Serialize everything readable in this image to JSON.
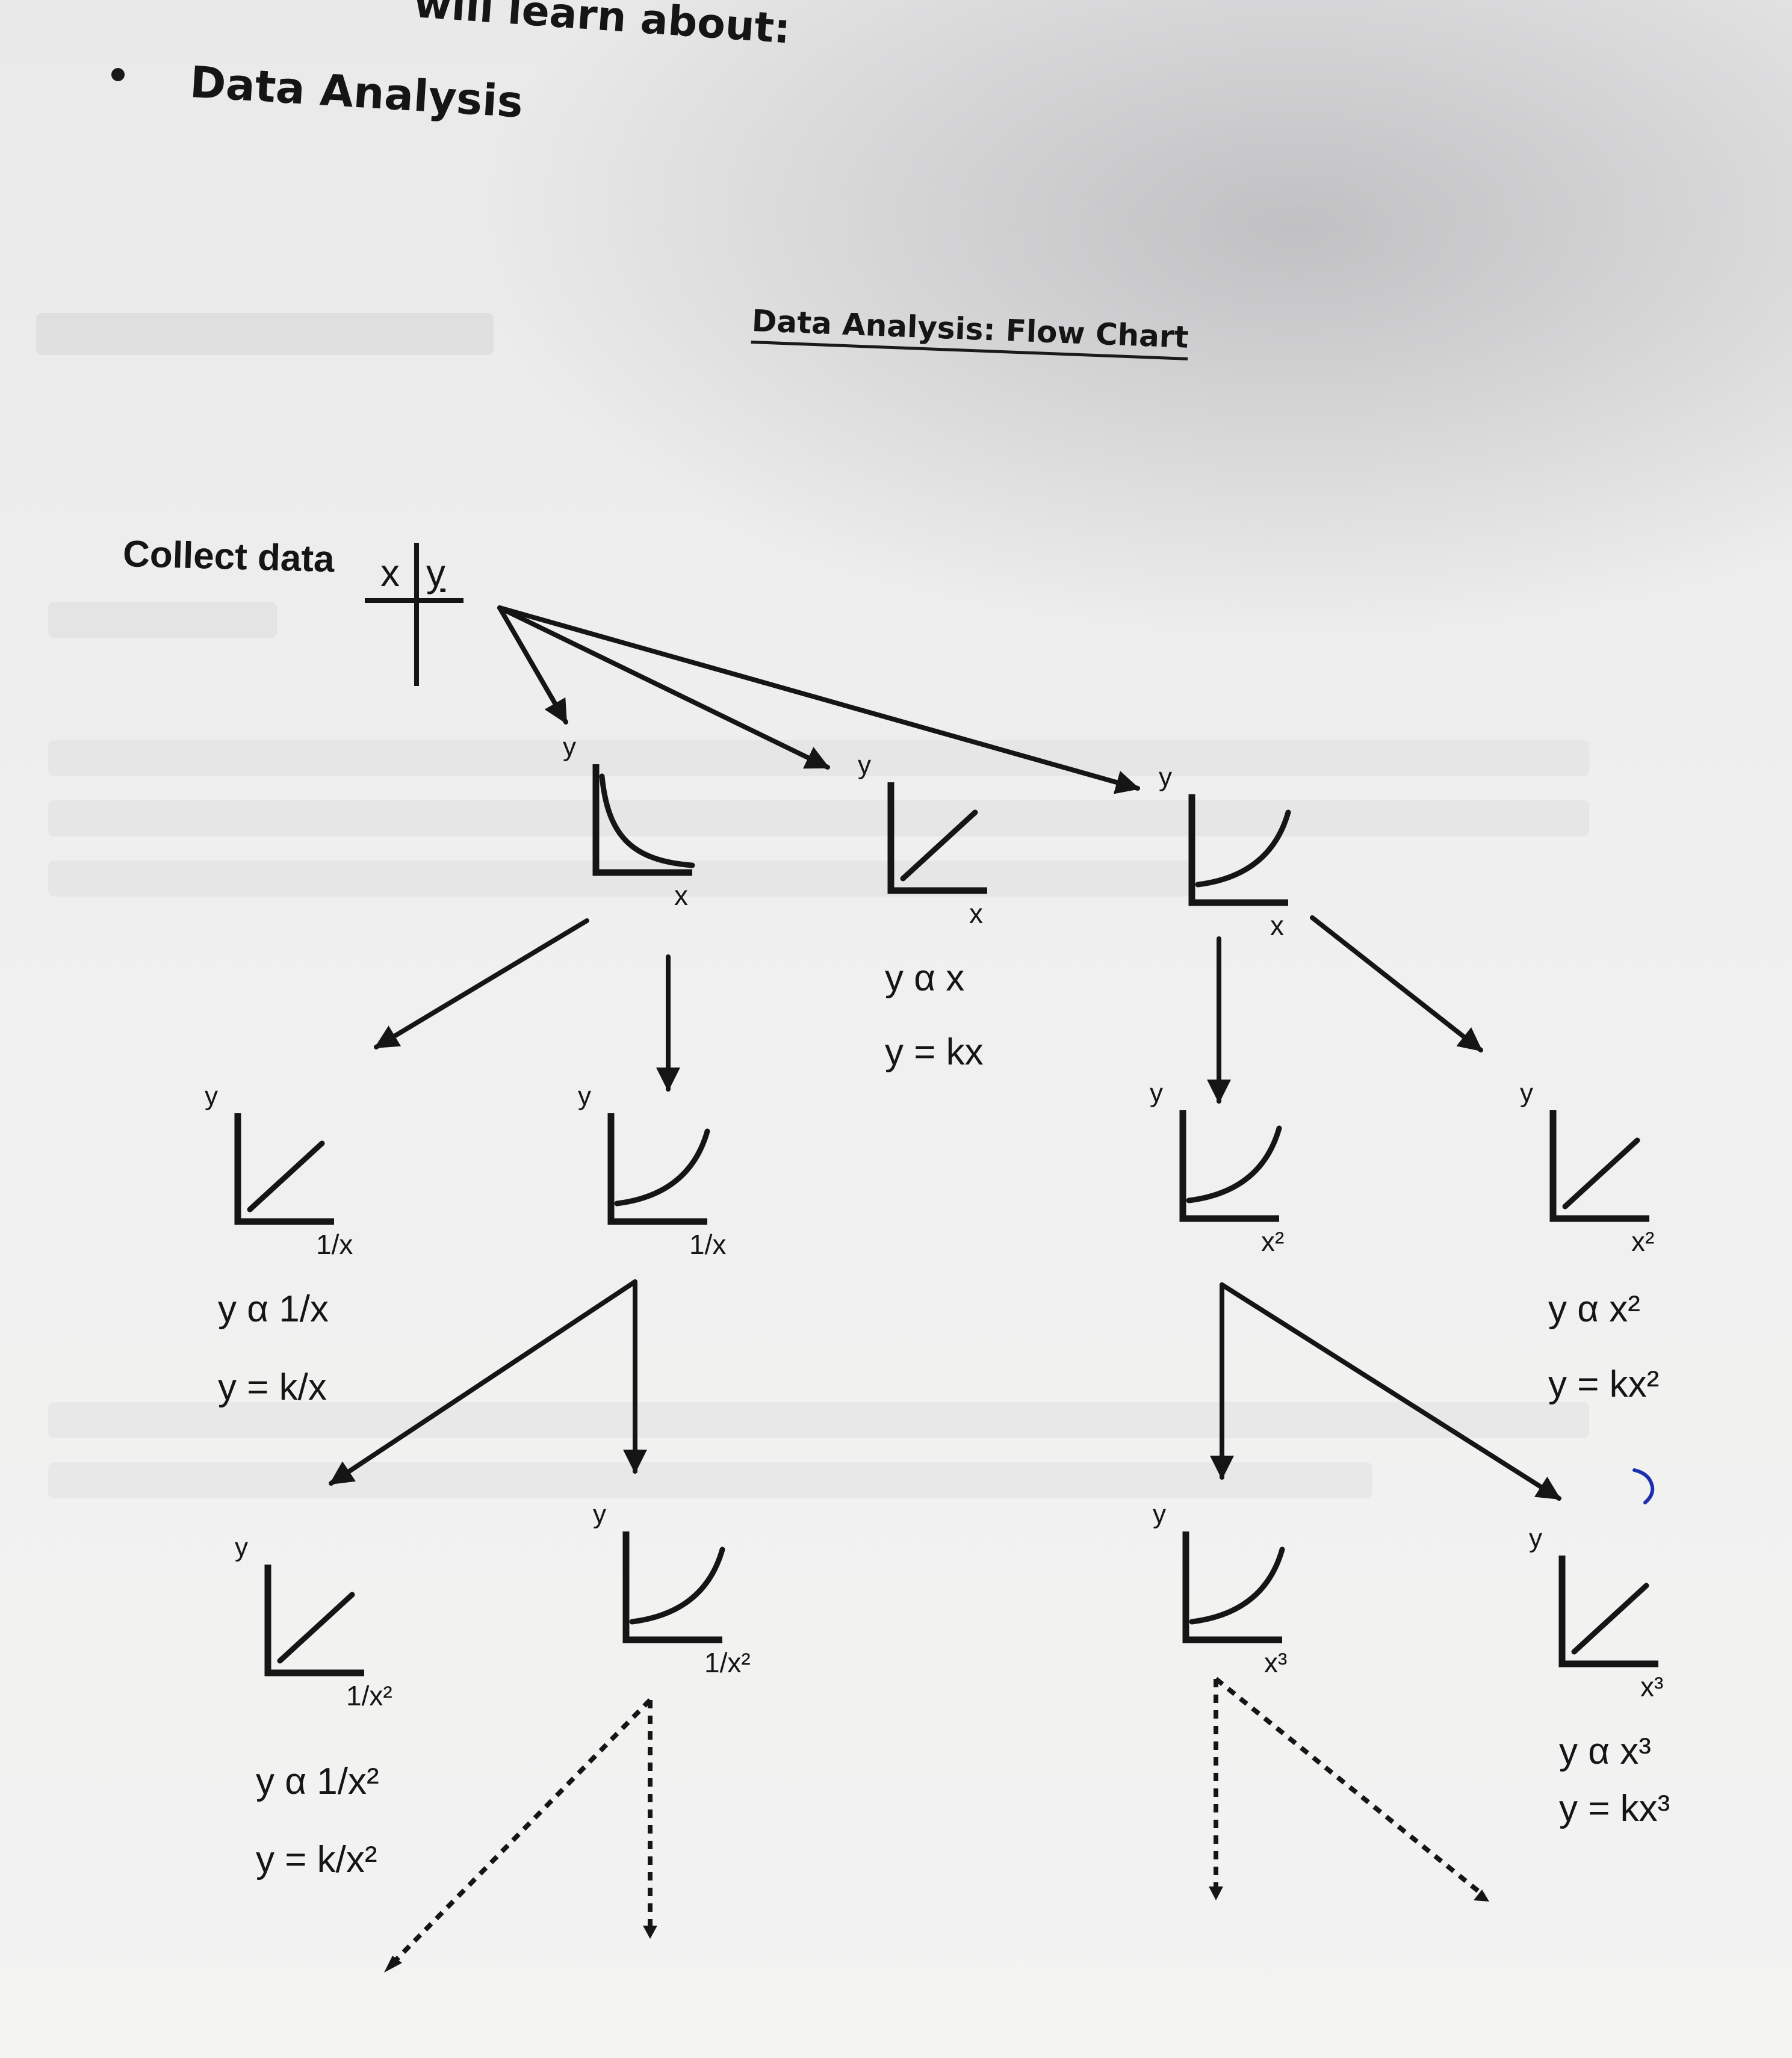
{
  "header": {
    "fragment": "will learn about:",
    "bullet_item": "Data Analysis"
  },
  "title": "Data Analysis: Flow Chart",
  "start": {
    "label": "Collect data",
    "table_x": "x",
    "table_y": "y"
  },
  "graphs": [
    {
      "id": "inv-x",
      "shape": "inverse",
      "ylabel": "y",
      "xlabel": "x"
    },
    {
      "id": "lin-x",
      "shape": "linear",
      "ylabel": "y",
      "xlabel": "x"
    },
    {
      "id": "sq-x",
      "shape": "power",
      "ylabel": "y",
      "xlabel": "x"
    },
    {
      "id": "lin-1x",
      "shape": "linear",
      "ylabel": "y",
      "xlabel": "1/x"
    },
    {
      "id": "pow-1x",
      "shape": "power",
      "ylabel": "y",
      "xlabel": "1/x"
    },
    {
      "id": "pow-x2",
      "shape": "power",
      "ylabel": "y",
      "xlabel": "x²"
    },
    {
      "id": "lin-x2",
      "shape": "linear",
      "ylabel": "y",
      "xlabel": "x²"
    },
    {
      "id": "lin-1x2",
      "shape": "linear",
      "ylabel": "y",
      "xlabel": "1/x²"
    },
    {
      "id": "pow-1x2",
      "shape": "power",
      "ylabel": "y",
      "xlabel": "1/x²"
    },
    {
      "id": "pow-x3",
      "shape": "power",
      "ylabel": "y",
      "xlabel": "x³"
    },
    {
      "id": "lin-x3",
      "shape": "linear",
      "ylabel": "y",
      "xlabel": "x³"
    }
  ],
  "results": [
    {
      "for": "lin-x",
      "prop": "y α x",
      "eq": "y = kx"
    },
    {
      "for": "lin-1x",
      "prop": "y α 1/x",
      "eq": "y = k/x"
    },
    {
      "for": "lin-x2",
      "prop": "y α x²",
      "eq": "y = kx²"
    },
    {
      "for": "lin-1x2",
      "prop": "y α 1/x²",
      "eq": "y = k/x²"
    },
    {
      "for": "lin-x3",
      "prop": "y α x³",
      "eq": "y = kx³"
    }
  ],
  "colors": {
    "ink": "#151515",
    "pen_mark": "#1c2fb0"
  }
}
